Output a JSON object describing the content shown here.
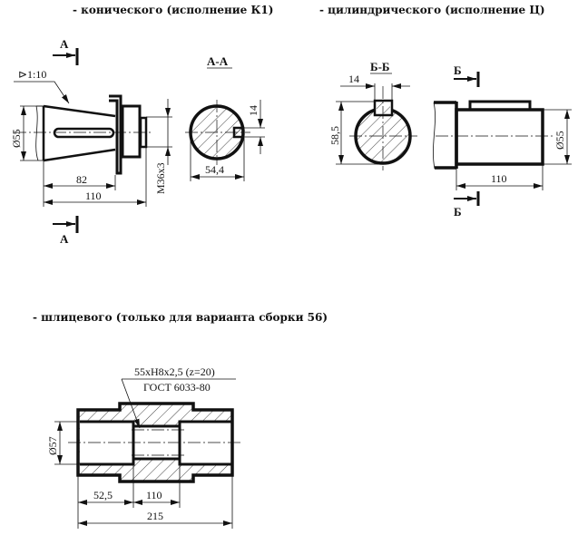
{
  "headings": {
    "conical": "- конического (исполнение К1)",
    "cylindrical": "- цилиндрического (исполнение Ц)",
    "spline": "- шлицевого (только для варианта сборки 56)"
  },
  "conical": {
    "section_mark": "А",
    "section_title": "А-А",
    "taper": "⊳1:10",
    "diameter": "Ø55",
    "thread": "M36x3",
    "len_cone": "82",
    "len_total": "110",
    "key_width": "14",
    "section_depth": "54,4"
  },
  "cylindrical": {
    "section_mark": "Б",
    "section_title": "Б-Б",
    "key_width": "14",
    "section_height": "58,5",
    "diameter": "Ø55",
    "length": "110"
  },
  "spline": {
    "spec": "55xH8x2,5 (z=20)",
    "standard": "ГОСТ 6033-80",
    "diameter": "Ø57",
    "len_left": "52,5",
    "len_mid": "110",
    "len_total": "215"
  }
}
